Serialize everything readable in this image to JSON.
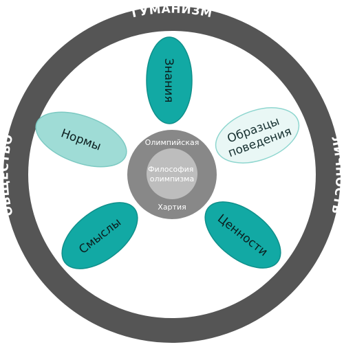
{
  "colors": {
    "outer_ring": "#555555",
    "inner_background": "#ffffff",
    "teal": "#12a9a4",
    "light_teal": "#9fdcd6",
    "pale_teal": "#e9f7f5",
    "hub_ring": "#888888",
    "hub_core": "#bdbdbd"
  },
  "ring": {
    "top": "ГУМАНИЗМ",
    "left": "ОБЩЕСТВО",
    "right": "ЛИЧНОСТЬ"
  },
  "petals": [
    {
      "id": "znaniya",
      "lines": [
        "Знания"
      ],
      "style": "teal"
    },
    {
      "id": "obraztsy",
      "lines": [
        "Образцы",
        "поведения"
      ],
      "style": "pale"
    },
    {
      "id": "tsennosti",
      "lines": [
        "Ценности"
      ],
      "style": "teal"
    },
    {
      "id": "smysly",
      "lines": [
        "Смыслы"
      ],
      "style": "teal"
    },
    {
      "id": "normy",
      "lines": [
        "Нормы"
      ],
      "style": "light"
    }
  ],
  "hub": {
    "top_label": "Олимпийская",
    "bottom_label": "Хартия",
    "core_lines": [
      "Философия",
      "олимпизма"
    ]
  }
}
